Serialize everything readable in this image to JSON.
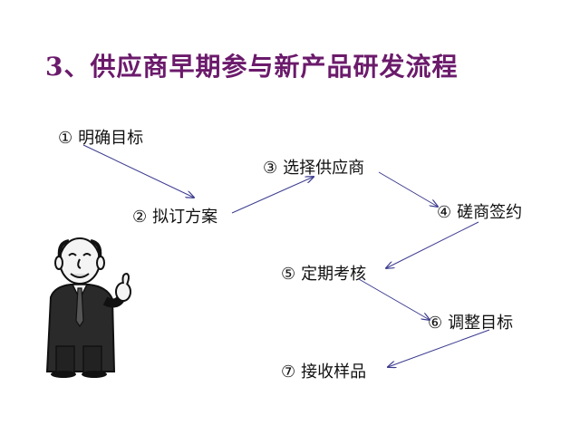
{
  "title": "3、供应商早期参与新产品研发流程",
  "steps": [
    {
      "num": "①",
      "label": "明确目标"
    },
    {
      "num": "②",
      "label": "拟订方案"
    },
    {
      "num": "③",
      "label": "选择供应商"
    },
    {
      "num": "④",
      "label": "磋商签约"
    },
    {
      "num": "⑤",
      "label": "定期考核"
    },
    {
      "num": "⑥",
      "label": "调整目标"
    },
    {
      "num": "⑦",
      "label": "接收样品"
    }
  ],
  "colors": {
    "title": "#6b1a6b",
    "arrow": "#3b3b8f"
  },
  "icons": {
    "figure": "businessman-thumbs-up-icon"
  }
}
